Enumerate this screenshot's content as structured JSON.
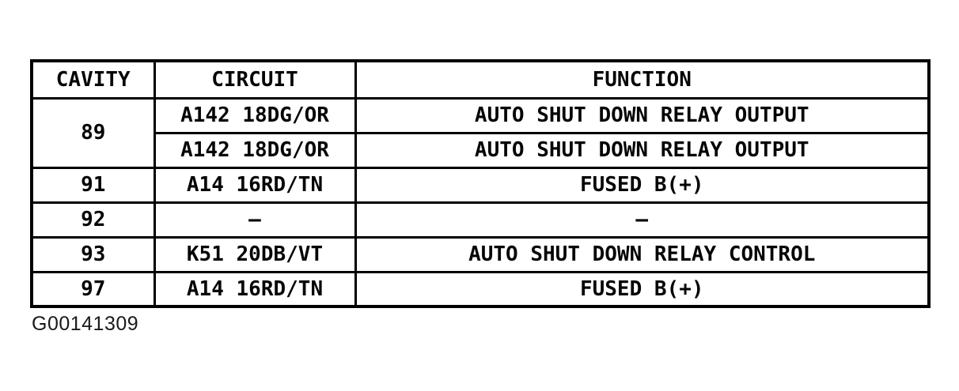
{
  "table": {
    "headers": [
      "CAVITY",
      "CIRCUIT",
      "FUNCTION"
    ],
    "rows": [
      {
        "cavity": "89",
        "circuit": "A142 18DG/OR",
        "function": "AUTO SHUT DOWN RELAY OUTPUT"
      },
      {
        "cavity": null,
        "circuit": "A142 18DG/OR",
        "function": "AUTO SHUT DOWN RELAY OUTPUT"
      },
      {
        "cavity": "91",
        "circuit": "A14 16RD/TN",
        "function": "FUSED B(+)"
      },
      {
        "cavity": "92",
        "circuit": "–",
        "function": "–"
      },
      {
        "cavity": "93",
        "circuit": "K51 20DB/VT",
        "function": "AUTO SHUT DOWN RELAY CONTROL"
      },
      {
        "cavity": "97",
        "circuit": "A14 16RD/TN",
        "function": "FUSED B(+)"
      }
    ]
  },
  "caption": "G00141309",
  "colors": {
    "background": "#ffffff",
    "border": "#000000",
    "text": "#050505"
  }
}
